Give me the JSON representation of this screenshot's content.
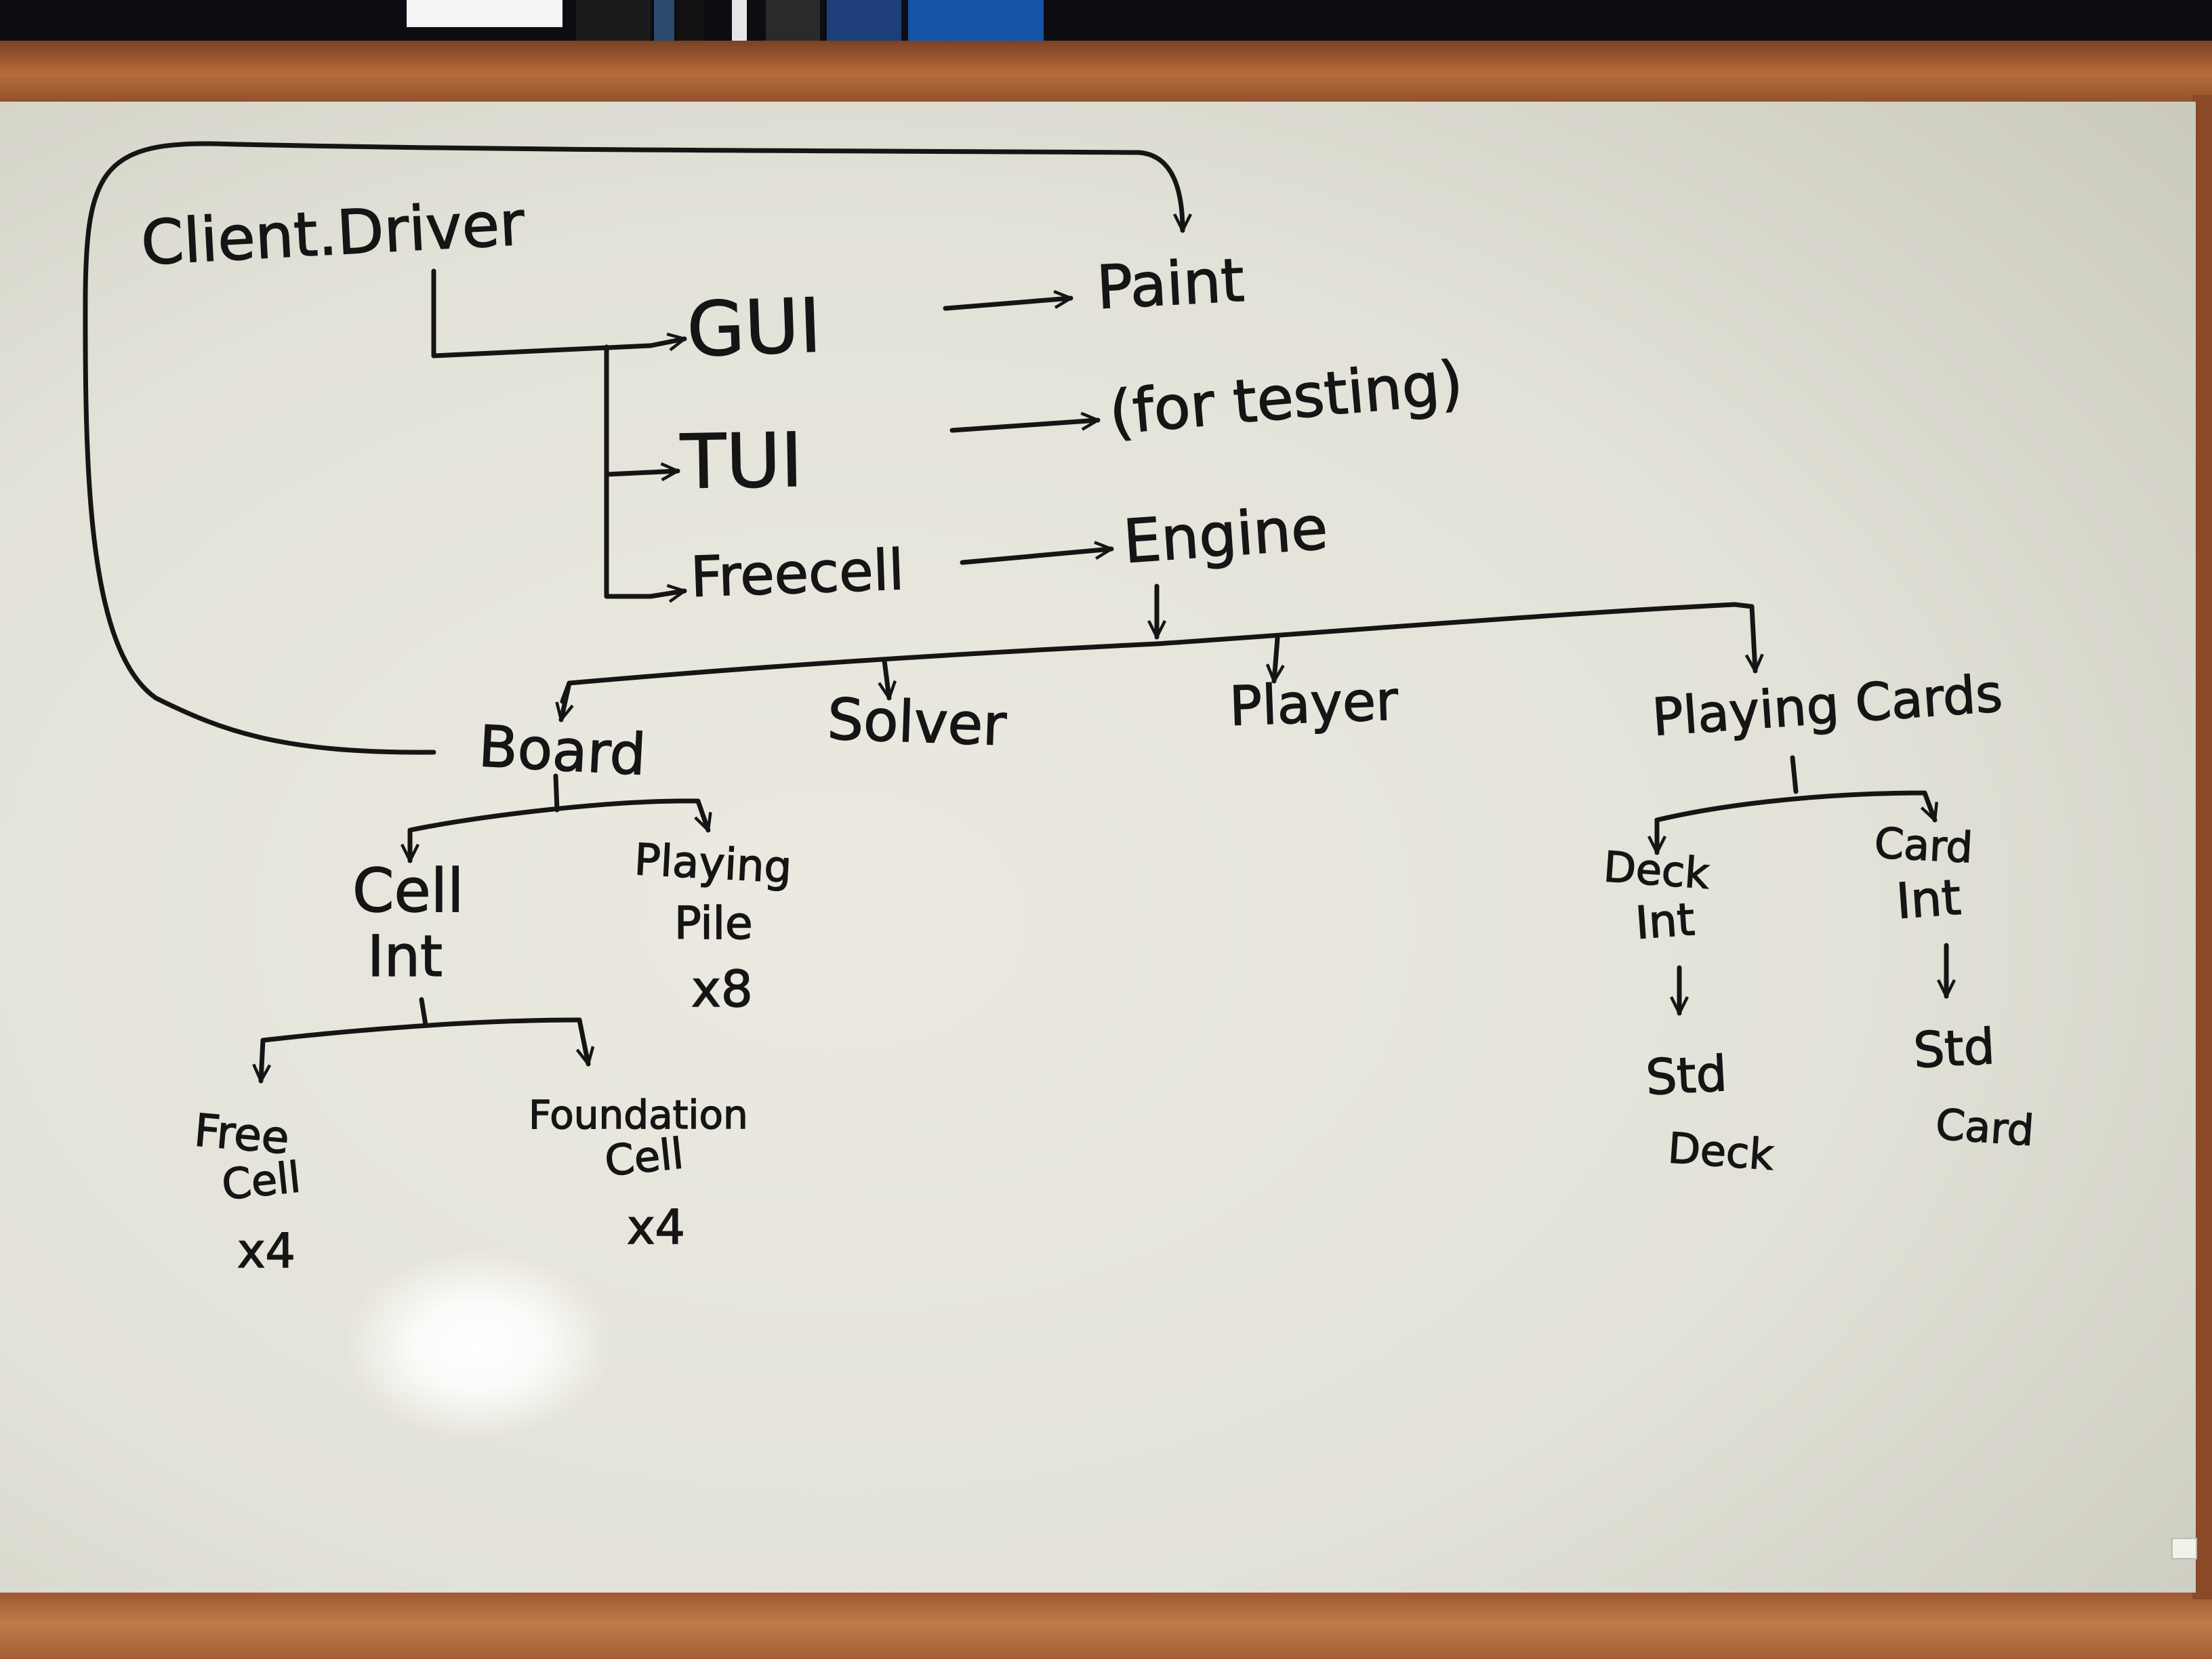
{
  "nodes": {
    "client_driver": "Client.Driver",
    "gui": "GUI",
    "paint": "Paint",
    "tui": "TUI",
    "for_testing": "(for testing)",
    "freecell": "Freecell",
    "engine": "Engine",
    "board": "Board",
    "solver": "Solver",
    "player": "Player",
    "playing_cards": "Playing Cards",
    "cell_int": [
      "Cell",
      "Int"
    ],
    "playing_pile": [
      "Playing",
      "Pile",
      "x8"
    ],
    "free_cell": [
      "Free",
      "Cell",
      "x4"
    ],
    "foundation_cell": [
      "Foundation",
      "Cell",
      "x4"
    ],
    "deck_int": [
      "Deck",
      "Int"
    ],
    "card_int": [
      "Card",
      "Int"
    ],
    "std_deck": [
      "Std",
      "Deck"
    ],
    "std_card": [
      "Std",
      "Card"
    ]
  },
  "colors": {
    "board": "#e7e6dc",
    "ink": "#151515",
    "frame": "#b0683a",
    "shelf": "#0c0c12"
  }
}
